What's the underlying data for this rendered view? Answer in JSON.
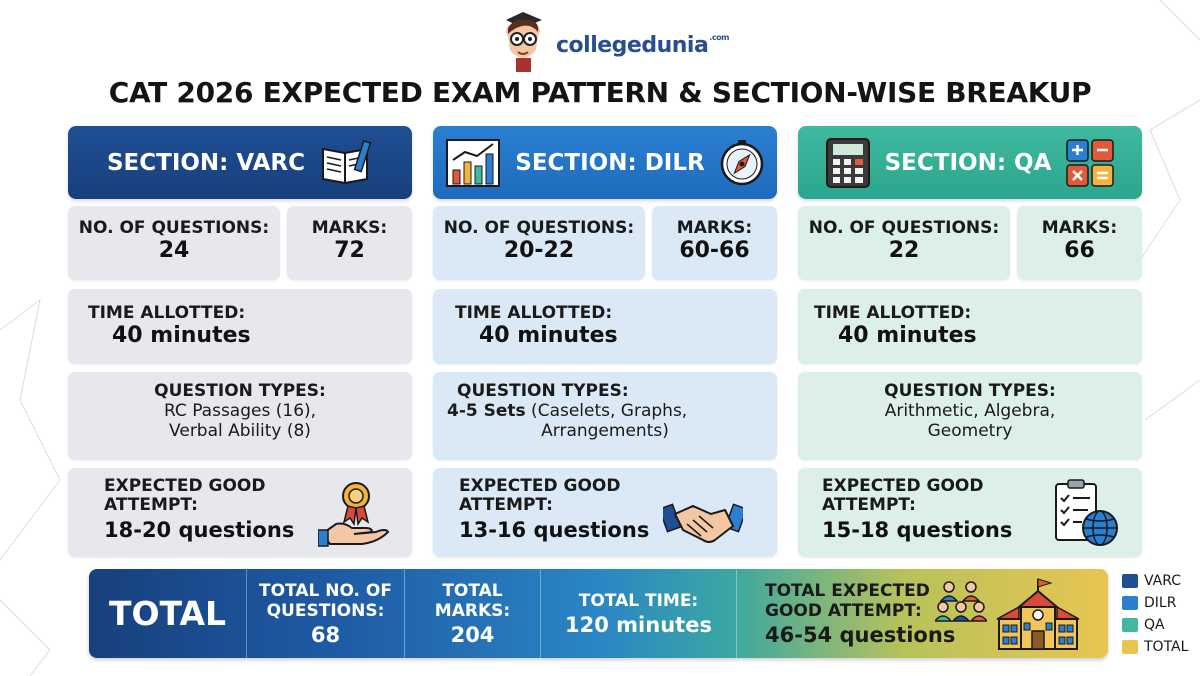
{
  "brand": {
    "name": "collegedunia",
    "suffix": ".com"
  },
  "title": "CAT 2026 EXPECTED EXAM PATTERN & SECTION-WISE BREAKUP",
  "labels": {
    "questions": "NO. OF QUESTIONS:",
    "marks": "MARKS:",
    "time": "TIME ALLOTTED:",
    "question_types": "QUESTION TYPES:",
    "good_attempt_1": "EXPECTED GOOD",
    "good_attempt_2": "ATTEMPT:"
  },
  "sections": {
    "varc": {
      "title": "SECTION: VARC",
      "questions": "24",
      "marks": "72",
      "time": "40 minutes",
      "types_line1": "RC Passages (16),",
      "types_line2": "Verbal Ability (8)",
      "good_attempt": "18-20 questions",
      "head_icon": "book-pen-icon",
      "attempt_icon": "award-hand-icon"
    },
    "dilr": {
      "title": "SECTION: DILR",
      "questions": "20-22",
      "marks": "60-66",
      "time": "40 minutes",
      "types_bold": "4-5 Sets",
      "types_line1": " (Caselets, Graphs,",
      "types_line2": "Arrangements)",
      "good_attempt": "13-16 questions",
      "head_icon": "bar-chart-icon",
      "head_icon2": "compass-icon",
      "attempt_icon": "handshake-icon"
    },
    "qa": {
      "title": "SECTION: QA",
      "questions": "22",
      "marks": "66",
      "time": "40 minutes",
      "types_line1": "Arithmetic, Algebra,",
      "types_line2": "Geometry",
      "good_attempt": "15-18 questions",
      "head_icon": "calculator-icon",
      "head_icon2": "math-symbols-icon",
      "attempt_icon": "checklist-globe-icon"
    }
  },
  "total": {
    "label": "TOTAL",
    "questions_label_1": "TOTAL NO. OF",
    "questions_label_2": "QUESTIONS:",
    "questions": "68",
    "marks_label_1": "TOTAL",
    "marks_label_2": "MARKS:",
    "marks": "204",
    "time_label": "TOTAL TIME:",
    "time": "120 minutes",
    "attempt_label_1": "TOTAL EXPECTED",
    "attempt_label_2": "GOOD ATTEMPT:",
    "attempt": "46-54 questions",
    "icons": [
      "people-group-icon",
      "school-building-icon"
    ]
  },
  "legend": [
    {
      "label": "VARC",
      "color": "#1f4f94"
    },
    {
      "label": "DILR",
      "color": "#2a7fd0"
    },
    {
      "label": "QA",
      "color": "#3fb9a0"
    },
    {
      "label": "TOTAL",
      "color": "#e8c552"
    }
  ]
}
